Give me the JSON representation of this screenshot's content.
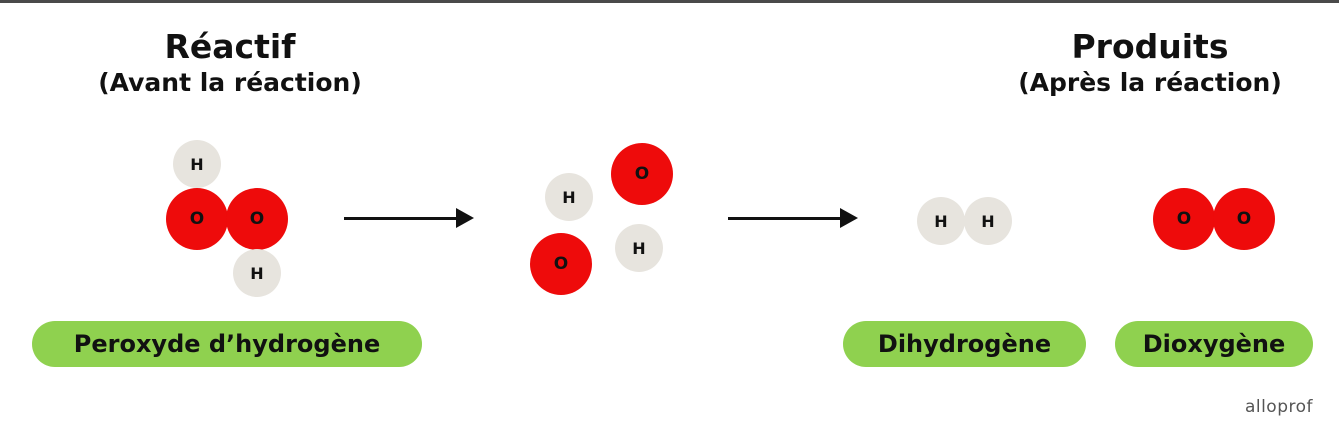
{
  "headings": {
    "reactant": {
      "title": "Réactif",
      "subtitle": "(Avant la réaction)"
    },
    "products": {
      "title": "Produits",
      "subtitle": "(Après la réaction)"
    }
  },
  "atom_labels": {
    "oxygen": "O",
    "hydrogen": "H"
  },
  "labels": {
    "peroxide": "Peroxyde d’hydrogène",
    "dihydrogen": "Dihydrogène",
    "dioxygen": "Dioxygène"
  },
  "logo": "alloprof",
  "colors": {
    "oxygen": "#ee0b0b",
    "hydrogen": "#e7e4de",
    "label_pill": "#8fd14f",
    "arrow": "#111111"
  }
}
